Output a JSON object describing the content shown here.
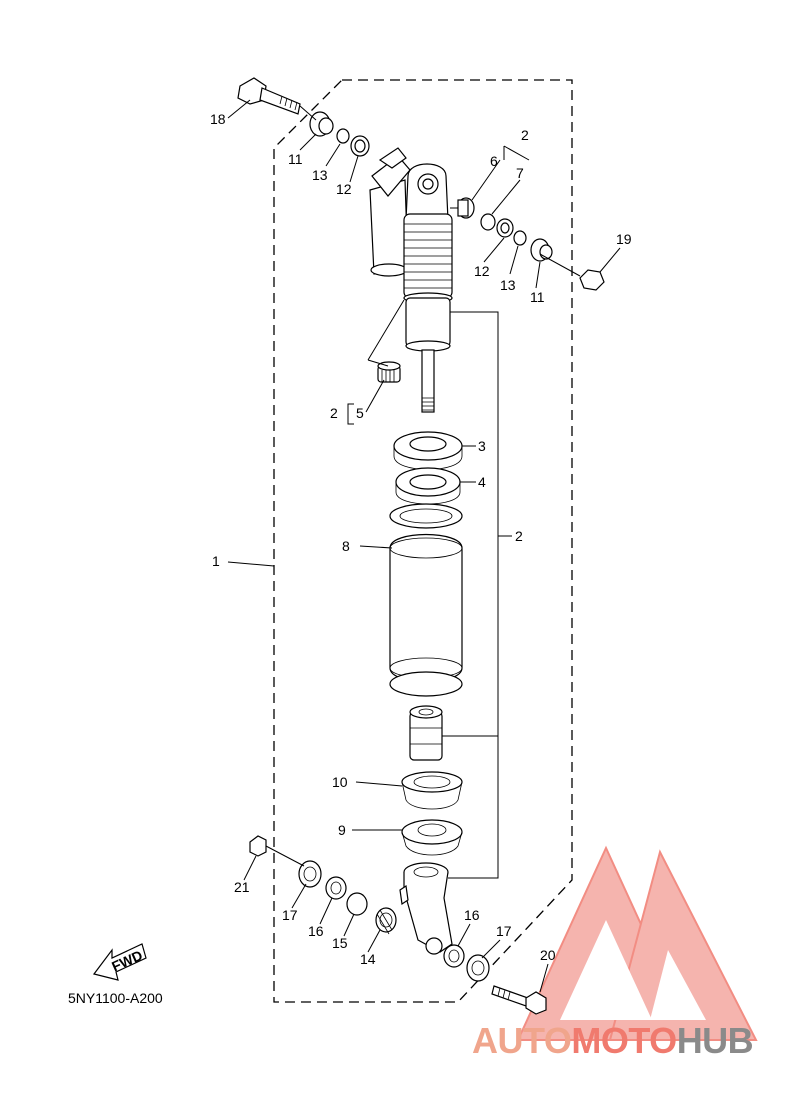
{
  "diagram_code": "5NY1100-A200",
  "fwd_label": "FWD",
  "brand": {
    "part1": "AUTO",
    "part2": "MOTO",
    "part3": "HUB"
  },
  "colors": {
    "logo_fill": "#f4a7a0",
    "logo_stroke": "#f07a6e",
    "brand_gray": "#8a8a8a"
  },
  "labels": {
    "l1": "1",
    "l2_top": "2",
    "l2_bracket": "2",
    "l2_right": "2",
    "l3": "3",
    "l4": "4",
    "l5": "5",
    "l6": "6",
    "l7": "7",
    "l8": "8",
    "l9": "9",
    "l10": "10",
    "l11_left": "11",
    "l11_right": "11",
    "l12_left": "12",
    "l12_right": "12",
    "l13_left": "13",
    "l13_right": "13",
    "l14": "14",
    "l15": "15",
    "l16_left": "16",
    "l16_right": "16",
    "l17_left": "17",
    "l17_right": "17",
    "l18": "18",
    "l19": "19",
    "l20": "20",
    "l21": "21"
  }
}
